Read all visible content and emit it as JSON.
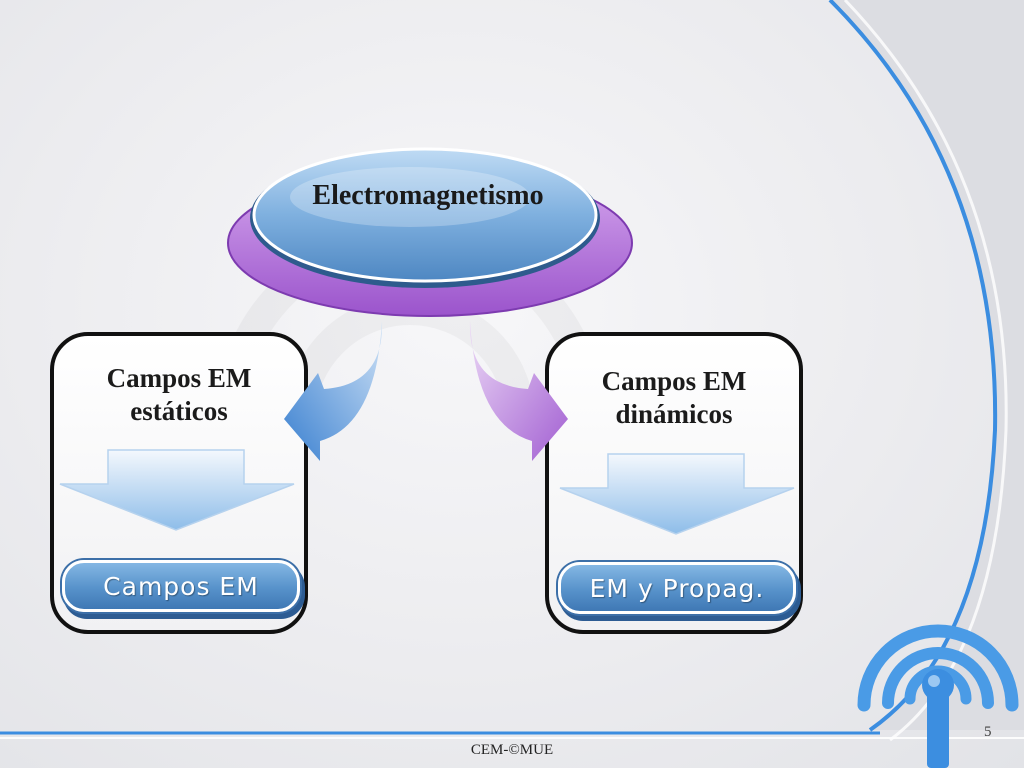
{
  "diagram": {
    "central": {
      "label": "Electromagnetismo"
    },
    "branches": [
      {
        "title_line1": "Campos EM",
        "title_line2": "estáticos",
        "result": "Campos EM"
      },
      {
        "title_line1": "Campos EM",
        "title_line2": "dinámicos",
        "result": "EM y Propag."
      }
    ]
  },
  "footer": {
    "text": "CEM-©MUE",
    "page_number": "5"
  },
  "colors": {
    "hub_purple": "#a35ccf",
    "hub_blue": "#6ea3d5",
    "left_arrow": "#3f86d6",
    "right_arrow": "#b070d6",
    "border_line": "#3b8de0"
  },
  "icons": {
    "decor": "wireless-antenna-icon"
  }
}
